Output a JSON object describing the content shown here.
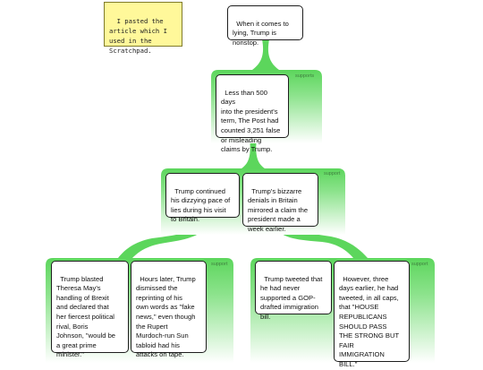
{
  "colors": {
    "branch": "#5cd65c",
    "branch_fade": "#ffffff",
    "note_bg": "#fff89a"
  },
  "note": {
    "text": "I pasted the\narticle which I\nused in the\nScratchpad."
  },
  "nodes": {
    "root": "When it comes to\nlying, Trump is\nnonstop.",
    "n1": "Less than 500 days\ninto the president's\nterm, The Post had\ncounted 3,251 false\nor misleading\nclaims by Trump.",
    "n2a": "Trump continued\nhis dizzying pace of\nlies during his visit\nto Britain.",
    "n2b": "Trump's bizzarre\ndenials in Britain\nmirrored a claim the\npresident made a\nweek earlier.",
    "n3a": "Trump blasted\nTheresa May's\nhandling of Brexit\nand declared that\nher fiercest political\nrival, Boris\nJohnson, \"would be\na great prime\nminister.\"",
    "n3b": "Hours later, Trump\ndismissed the\nreprinting of his\nown words as \"fake\nnews,\" even though\nthe Rupert\nMurdoch-run Sun\ntabloid had his\nattacks on tape.",
    "n3c": "Trump tweeted that\nhe had never\nsupported a GOP-\ndrafted immigration\nbill.",
    "n3d": "However, three\ndays earlier, he had\ntweeted, in all caps,\nthat \"HOUSE\nREPUBLICANS\nSHOULD PASS\nTHE STRONG BUT\nFAIR\nIMMIGRATION\nBILL.\""
  },
  "labels": {
    "band1": "supports",
    "band2": "support",
    "band3a": "support",
    "band3b": "support"
  }
}
